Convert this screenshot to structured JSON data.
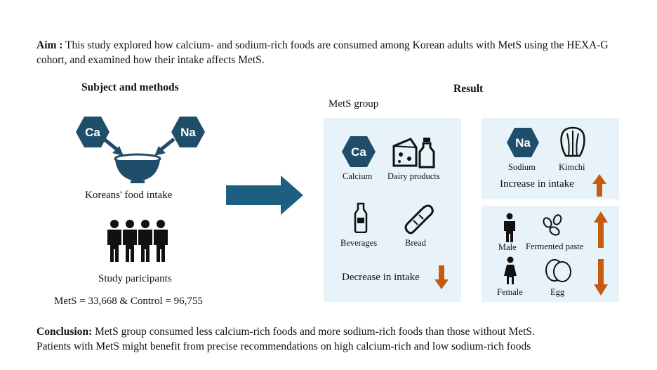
{
  "aim": {
    "label": "Aim :",
    "text": " This study explored how calcium- and sodium-rich foods are consumed among Korean adults with MetS using the HEXA-G cohort, and examined how their intake affects MetS."
  },
  "left": {
    "heading": "Subject and methods",
    "ca_symbol": "Ca",
    "na_symbol": "Na",
    "food_intake_label": "Koreans' food intake",
    "participants_label": "Study paricipants",
    "counts": "MetS = 33,668 & Control = 96,755"
  },
  "result": {
    "heading": "Result",
    "group_label": "MetS group",
    "decrease_panel": {
      "ca_symbol": "Ca",
      "calcium_label": "Calcium",
      "dairy_label": "Dairy products",
      "beverages_label": "Beverages",
      "bread_label": "Bread",
      "trend_label": "Decrease in intake"
    },
    "increase_panel": {
      "na_symbol": "Na",
      "sodium_label": "Sodium",
      "kimchi_label": "Kimchi",
      "trend_label": "Increase in intake"
    },
    "sex_panel": {
      "male_label": "Male",
      "fermented_label": "Fermented paste",
      "female_label": "Female",
      "egg_label": "Egg"
    }
  },
  "conclusion": {
    "label": "Conclusion:",
    "line1": " MetS group consumed less calcium-rich foods and more sodium-rich foods than those without MetS.",
    "line2": "Patients with MetS might benefit from precise recommendations on high calcium-rich and low sodium-rich foods"
  },
  "colors": {
    "navy": "#1f4e6b",
    "arrow_blue": "#1d5f80",
    "panel_bg": "#e7f3f9",
    "orange": "#c55a11",
    "black": "#000000"
  },
  "icons": [
    "calcium-hexagon-icon",
    "sodium-hexagon-icon",
    "bowl-icon",
    "people-icon",
    "big-right-arrow-icon",
    "cheese-milk-icon",
    "bottle-icon",
    "bread-icon",
    "kimchi-icon",
    "male-icon",
    "female-icon",
    "beans-icon",
    "egg-icon",
    "down-arrow-icon",
    "up-arrow-icon"
  ]
}
